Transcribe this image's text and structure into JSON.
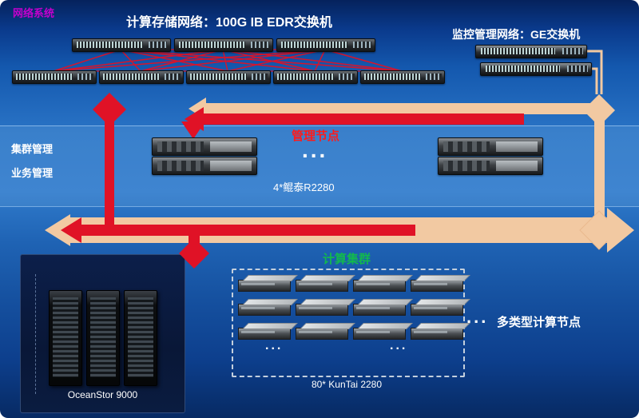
{
  "colors": {
    "accent_red": "#e01226",
    "accent_peach": "#f2c9a2",
    "accent_green": "#12b84e",
    "accent_magenta": "#c400cc",
    "background_blue": "#2a74c6"
  },
  "header": {
    "system_label": "网络系统",
    "compute_network_title": "计算存储网络：100G IB EDR交换机",
    "monitor_network_title": "监控管理网络：GE交换机"
  },
  "management": {
    "left_labels": [
      "集群管理",
      "业务管理"
    ],
    "title": "管理节点",
    "server_label": "4*鲲泰R2280",
    "ellipsis": "..."
  },
  "storage": {
    "label": "OceanStor 9000"
  },
  "compute": {
    "title": "计算集群",
    "server_label": "80* KunTai 2280",
    "nodes_label": "多类型计算节点",
    "ellipsis": "...",
    "grid_ellipsis": [
      "...",
      "..."
    ]
  }
}
